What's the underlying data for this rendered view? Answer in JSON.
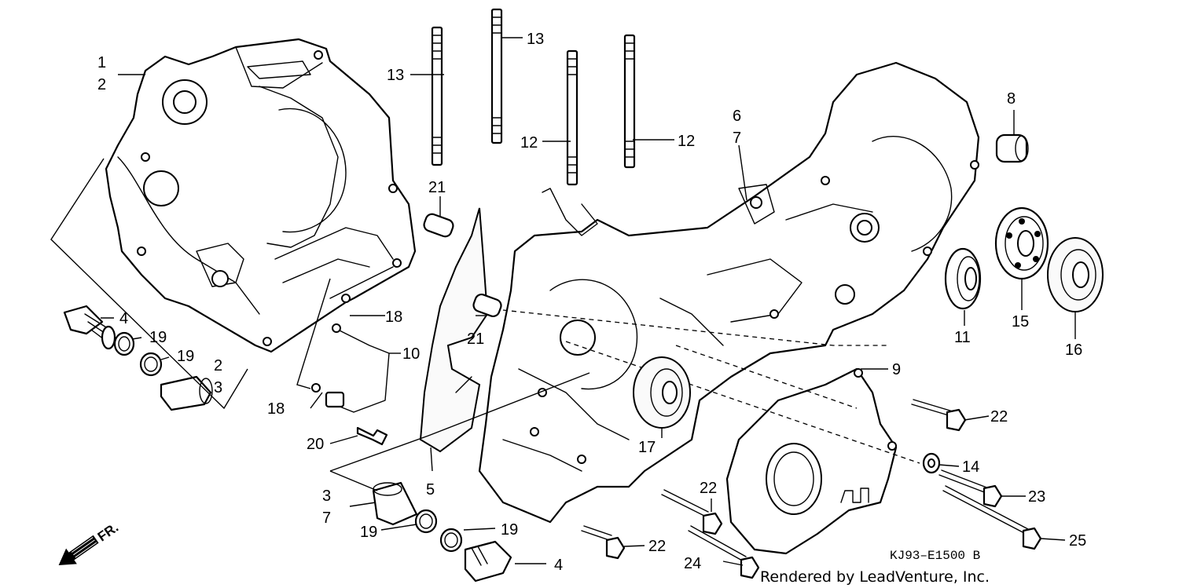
{
  "diagram": {
    "callouts": [
      {
        "id": "c1",
        "text": "1"
      },
      {
        "id": "c2",
        "text": "2"
      },
      {
        "id": "c3",
        "text": "3"
      },
      {
        "id": "c4",
        "text": "4"
      },
      {
        "id": "c5",
        "text": "5"
      },
      {
        "id": "c6",
        "text": "6"
      },
      {
        "id": "c7",
        "text": "7"
      },
      {
        "id": "c8",
        "text": "8"
      },
      {
        "id": "c9",
        "text": "9"
      },
      {
        "id": "c10",
        "text": "10"
      },
      {
        "id": "c11",
        "text": "11"
      },
      {
        "id": "c12",
        "text": "12"
      },
      {
        "id": "c13",
        "text": "13"
      },
      {
        "id": "c14",
        "text": "14"
      },
      {
        "id": "c15",
        "text": "15"
      },
      {
        "id": "c16",
        "text": "16"
      },
      {
        "id": "c17",
        "text": "17"
      },
      {
        "id": "c18",
        "text": "18"
      },
      {
        "id": "c19",
        "text": "19"
      },
      {
        "id": "c20",
        "text": "20"
      },
      {
        "id": "c21",
        "text": "21"
      },
      {
        "id": "c22",
        "text": "22"
      },
      {
        "id": "c23",
        "text": "23"
      },
      {
        "id": "c24",
        "text": "24"
      },
      {
        "id": "c25",
        "text": "25"
      }
    ],
    "drawing_code": "KJ93–E1500 B",
    "credit": "Rendered by LeadVenture, Inc.",
    "direction_label": "FR."
  }
}
